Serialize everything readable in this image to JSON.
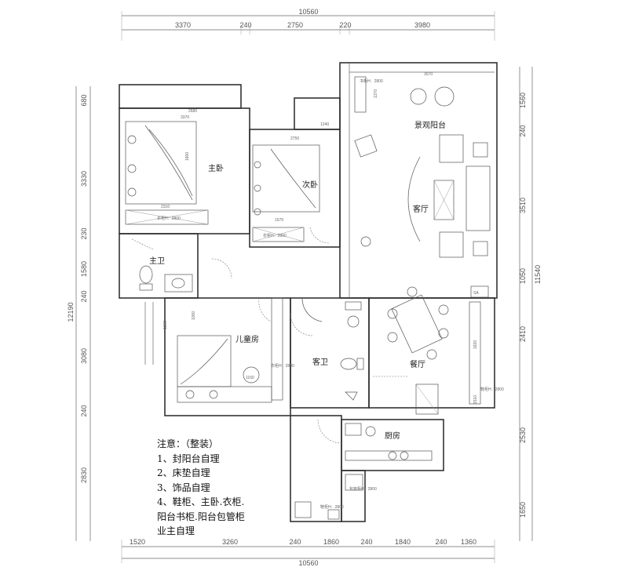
{
  "dimensions": {
    "top_total": "10560",
    "top_segments": [
      "3370",
      "240",
      "2750",
      "220",
      "3980"
    ],
    "bottom_total": "10560",
    "bottom_segments": [
      "1520",
      "3260",
      "240",
      "1860",
      "240",
      "1840",
      "240",
      "1360"
    ],
    "left_total": "12190",
    "left_segments": [
      "680",
      "3330",
      "230",
      "1580",
      "240",
      "3080",
      "240",
      "2830"
    ],
    "right_total": "11540",
    "right_segments": [
      "1560",
      "240",
      "3510",
      "1050",
      "2410",
      "2530",
      "1650"
    ],
    "interior": [
      "2680",
      "3370",
      "1800",
      "2310",
      "2750",
      "1240",
      "1570",
      "3070",
      "1370",
      "1360",
      "1000",
      "1160",
      "1820",
      "1510"
    ],
    "cabinet_notes": [
      "衣柜H：2800",
      "衣柜H：2800",
      "书柜H：2800",
      "衣柜H：2800",
      "鞋柜H：2800",
      "鞋柜H：2800",
      "包管柜H：2800",
      "SA"
    ]
  },
  "rooms": {
    "master_bedroom": "主卧",
    "second_bedroom": "次卧",
    "balcony": "景观阳台",
    "living_room": "客厅",
    "master_bath": "主卫",
    "kids_room": "儿童房",
    "guest_bath": "客卫",
    "dining_room": "餐厅",
    "kitchen": "厨房"
  },
  "notes": {
    "title": "注意：（整装）",
    "lines": [
      "1、封阳台自理",
      "2、床垫自理",
      "3、饰品自理",
      "4、鞋柜、主卧.衣柜.",
      "阳台书柜.阳台包管柜",
      "业主自理"
    ]
  }
}
